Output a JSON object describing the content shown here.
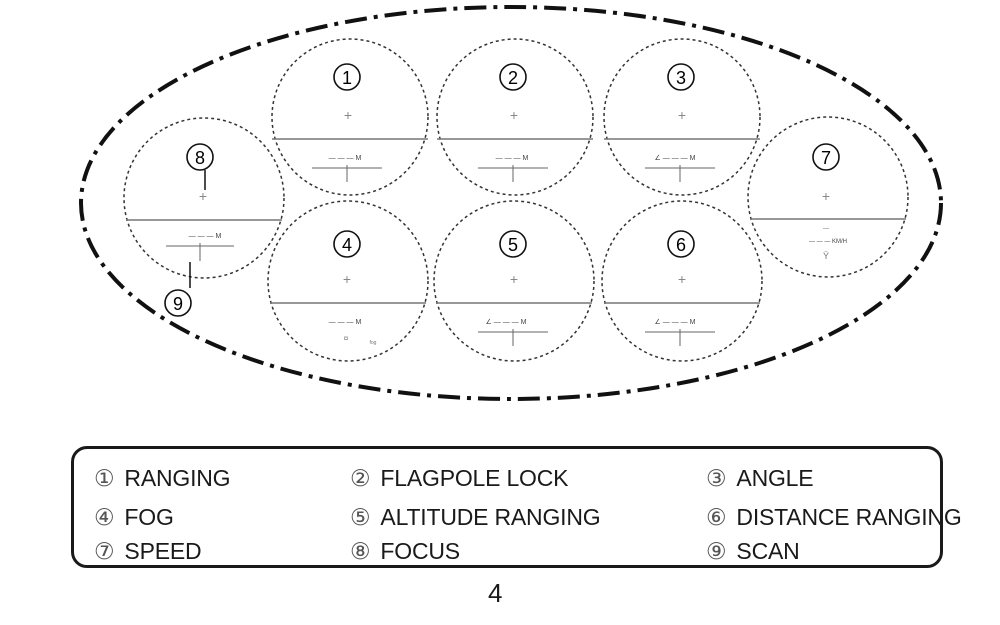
{
  "modes": [
    {
      "number": "1",
      "glyph": "①",
      "label": "RANGING"
    },
    {
      "number": "2",
      "glyph": "②",
      "label": "FLAGPOLE LOCK"
    },
    {
      "number": "3",
      "glyph": "③",
      "label": "ANGLE"
    },
    {
      "number": "4",
      "glyph": "④",
      "label": "FOG"
    },
    {
      "number": "5",
      "glyph": "⑤",
      "label": "ALTITUDE RANGING"
    },
    {
      "number": "6",
      "glyph": "⑥",
      "label": "DISTANCE RANGING"
    },
    {
      "number": "7",
      "glyph": "⑦",
      "label": "SPEED"
    },
    {
      "number": "8",
      "glyph": "⑧",
      "label": "FOCUS"
    },
    {
      "number": "9",
      "glyph": "⑨",
      "label": "SCAN"
    }
  ],
  "page_number": "4"
}
